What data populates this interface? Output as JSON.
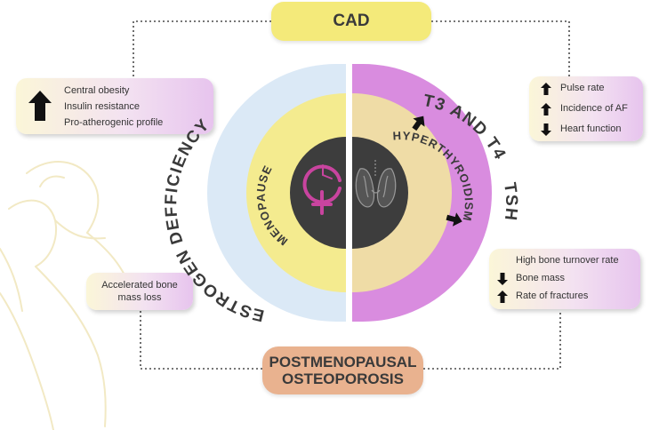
{
  "diagram": {
    "top_title": "CAD",
    "bottom_title_line1": "POSTMENOPAUSAL",
    "bottom_title_line2": "OSTEOPOROSIS",
    "circle": {
      "left_outer_label": "ESTROGEN DEFFICIENCY",
      "left_inner_label": "MENOPAUSE",
      "right_outer_label_top": "T3 AND T4",
      "right_outer_label_bottom": "TSH",
      "right_inner_label": "HYPERTHYROIDISM",
      "left_icon": "venus-symbol-icon",
      "right_icon": "thyroid-gland-icon"
    },
    "left_top_box": {
      "arrow": "up",
      "items": [
        "Central obesity",
        "Insulin resistance",
        "Pro-atherogenic profile"
      ]
    },
    "right_top_box": {
      "items": [
        {
          "arrow": "up",
          "text": "Pulse rate"
        },
        {
          "arrow": "up",
          "text": "Incidence of AF"
        },
        {
          "arrow": "down",
          "text": "Heart function"
        }
      ]
    },
    "left_bottom_box": {
      "line1": "Accelerated bone",
      "line2": "mass loss"
    },
    "right_bottom_box": {
      "items": [
        {
          "arrow": "none",
          "text": "High bone turnover rate"
        },
        {
          "arrow": "down",
          "text": "Bone mass"
        },
        {
          "arrow": "up",
          "text": "Rate of fractures"
        }
      ]
    },
    "colors": {
      "yellow": "#f4ea7a",
      "pink": "#d98cdf",
      "light_blue": "#dbe9f6",
      "inner_yellow": "#f4eb8f",
      "inner_tan": "#efdca6",
      "dark_center": "#3d3d3d",
      "magenta_symbol": "#c9449f",
      "orange_title": "#e9b28f"
    }
  }
}
